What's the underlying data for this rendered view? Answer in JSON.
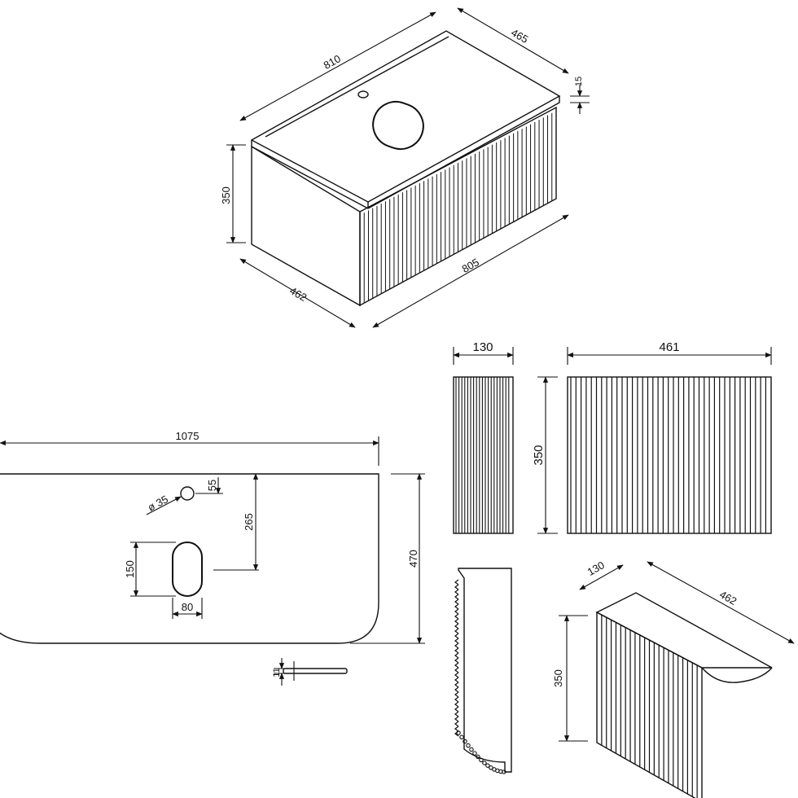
{
  "iso_view": {
    "top_width": "810",
    "top_depth": "465",
    "top_thickness": "15",
    "height": "350",
    "body_depth": "462",
    "front_width": "805"
  },
  "top_plan": {
    "overall_length": "1075",
    "overall_depth": "470",
    "tap_hole": "ø 35",
    "tap_offset": "55",
    "waste_offset": "265",
    "waste_height": "150",
    "waste_width": "80",
    "slab_thickness": "11"
  },
  "drawer_views": {
    "side_width": "130",
    "front_width": "461",
    "front_height": "350",
    "iso_width": "130",
    "iso_depth": "462",
    "iso_height": "350"
  }
}
